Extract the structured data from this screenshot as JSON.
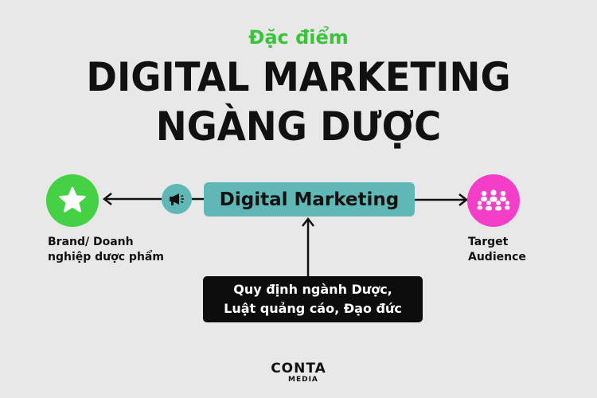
{
  "header": {
    "subtitle": "Đặc điểm",
    "title_line1": "DIGITAL MARKETING",
    "title_line2": "NGÀNG DƯỢC"
  },
  "diagram": {
    "center_label": "Digital Marketing",
    "left_node": {
      "icon": "star-icon",
      "label_line1": "Brand/ Doanh",
      "label_line2": "nghiệp dược phẩm",
      "color": "#44d143"
    },
    "middle_icon": {
      "icon": "megaphone-icon",
      "color": "#5fb8b6"
    },
    "right_node": {
      "icon": "audience-icon",
      "label_line1": "Target",
      "label_line2": "Audience",
      "color": "#f53ec8"
    },
    "bottom_box": {
      "line1": "Quy định ngành Dược,",
      "line2": "Luật quảng cáo, Đạo đức"
    }
  },
  "brand": {
    "logo_main": "CONTA",
    "logo_sub": "MEDIA"
  },
  "colors": {
    "background": "#e8e8e8",
    "accent_green": "#3cc33c",
    "teal": "#5fb8b6",
    "pink": "#f53ec8",
    "dark": "#0d0d0d"
  }
}
